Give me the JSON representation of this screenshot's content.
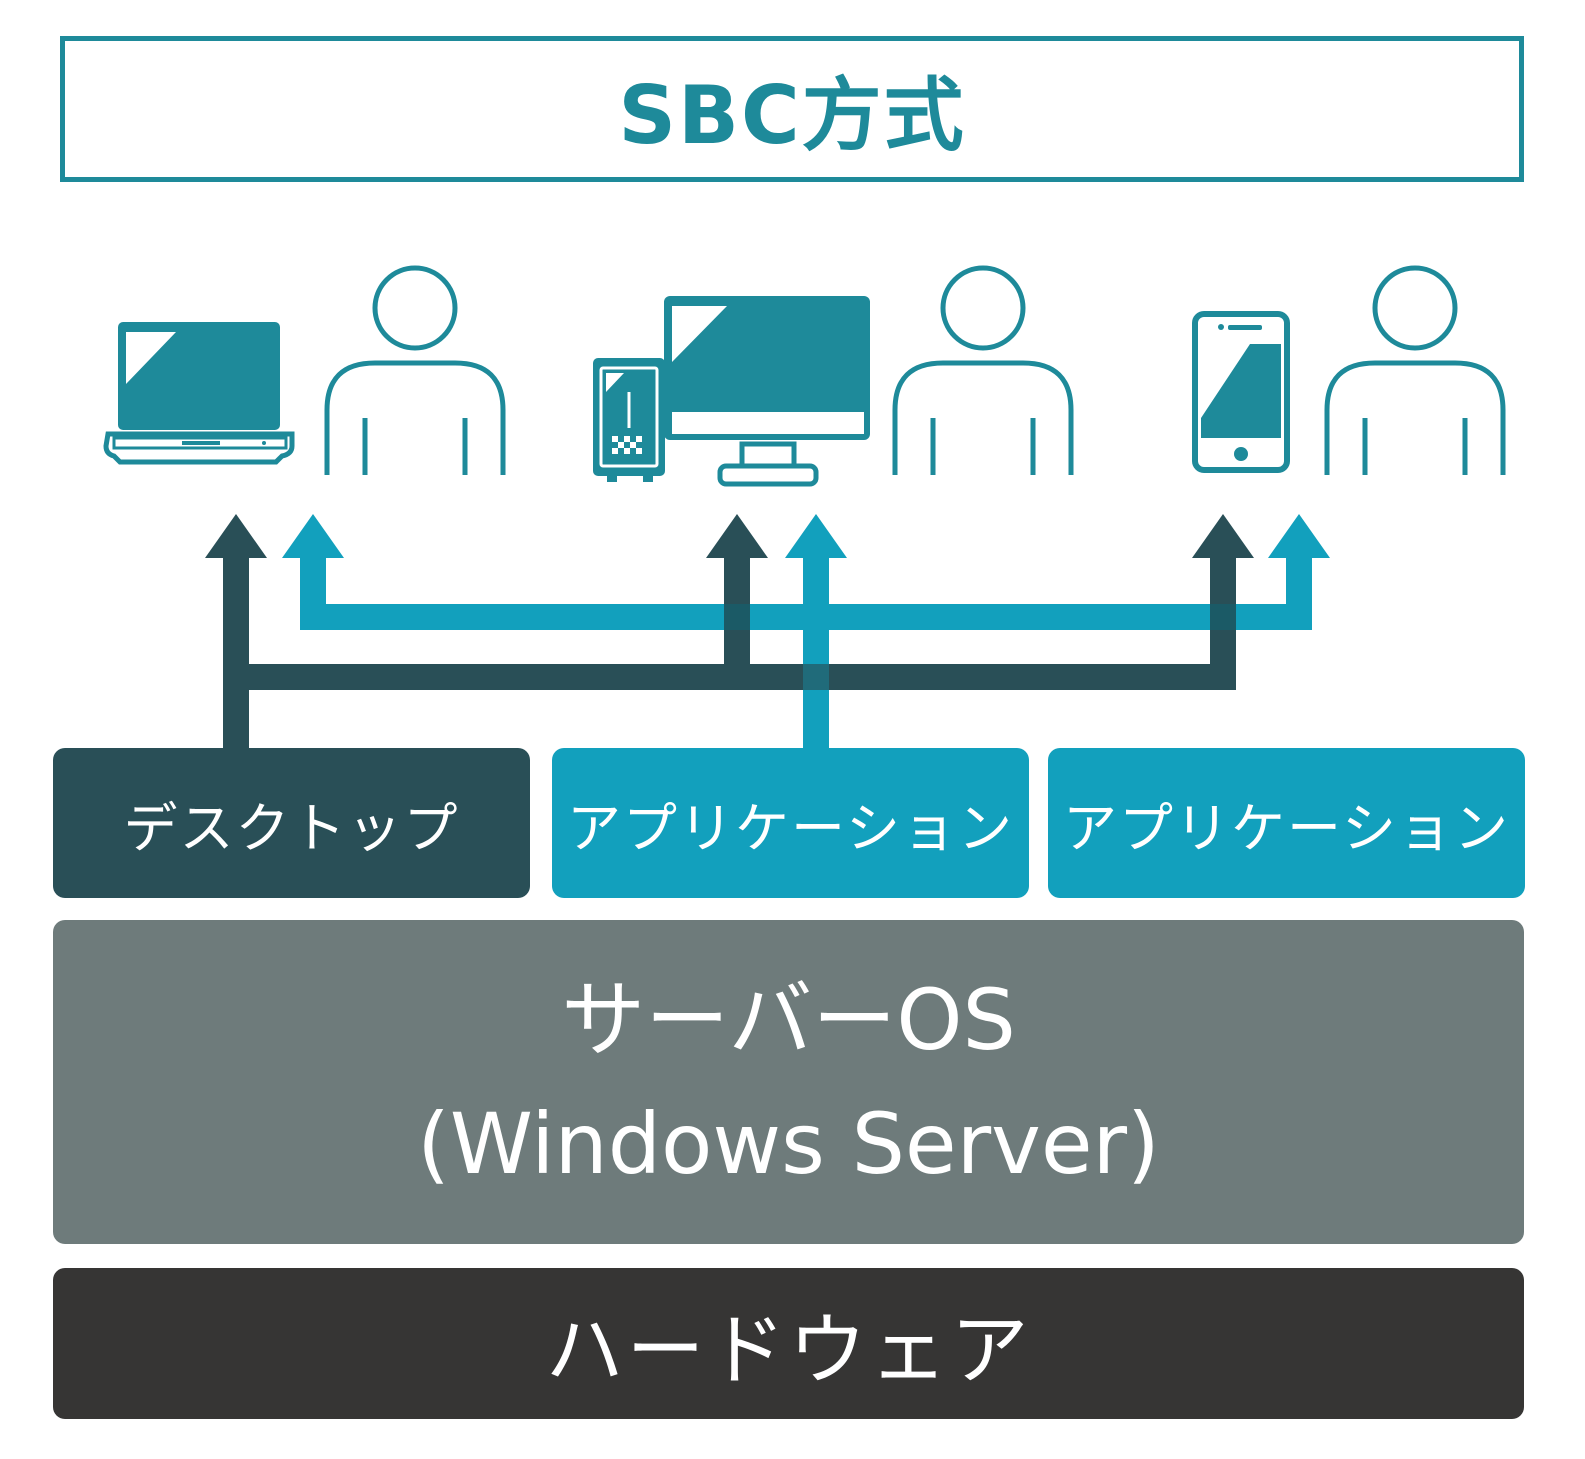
{
  "title": "SBC方式",
  "blocks": {
    "desktop": "デスクトップ",
    "application_1": "アプリケーション",
    "application_2": "アプリケーション",
    "server_os_line1": "サーバーOS",
    "server_os_line2": "(Windows Server)",
    "hardware": "ハードウェア"
  },
  "devices": [
    {
      "icon": "laptop-icon"
    },
    {
      "icon": "desktop-computer-icon"
    },
    {
      "icon": "smartphone-icon"
    }
  ],
  "colors": {
    "title": "#1e8a9a",
    "icon": "#1e8a9a",
    "desktop_flow": "#294f57",
    "application_flow": "#12a0bd",
    "server": "#6e7b7b",
    "hardware": "#363534"
  }
}
